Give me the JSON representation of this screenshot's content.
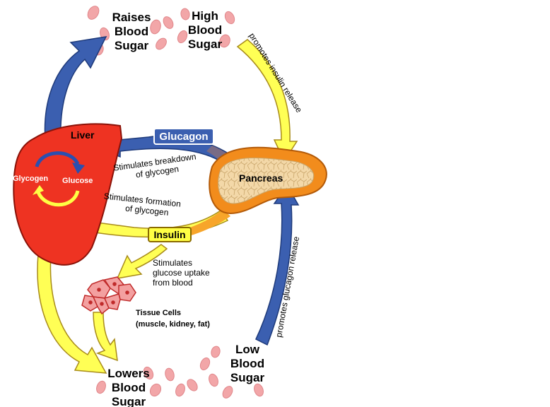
{
  "labels": {
    "raises": [
      "Raises",
      "Blood",
      "Sugar"
    ],
    "high": [
      "High",
      "Blood",
      "Sugar"
    ],
    "low": [
      "Low",
      "Blood",
      "Sugar"
    ],
    "lowers": [
      "Lowers",
      "Blood",
      "Sugar"
    ],
    "liver": "Liver",
    "glycogen": "Glycogen",
    "glucose": "Glucose",
    "pancreas": "Pancreas",
    "glucagon": "Glucagon",
    "insulin": "Insulin",
    "promotes_insulin": "promotes insulin release",
    "promotes_glucagon": "promotes glucagon release",
    "stim_breakdown": [
      "Stimulates breakdown",
      "of glycogen"
    ],
    "stim_formation": [
      "Stimulates formation",
      "of glycogen"
    ],
    "stim_uptake": [
      "Stimulates",
      "glucose uptake",
      "from blood"
    ],
    "tissue": [
      "Tissue Cells",
      "(muscle, kidney, fat)"
    ]
  },
  "colors": {
    "liver": "#ee3322",
    "pancreas_outer": "#f28c1c",
    "pancreas_inner": "#f3d8a8",
    "yellow_arrow": "#ffff55",
    "blue_arrow": "#3b5fb0",
    "glucagon_box": "#3b5fb0",
    "insulin_box": "#ffff44",
    "blood_cell": "#f2a6a8",
    "tissue_cell": "#f3a0a0"
  }
}
